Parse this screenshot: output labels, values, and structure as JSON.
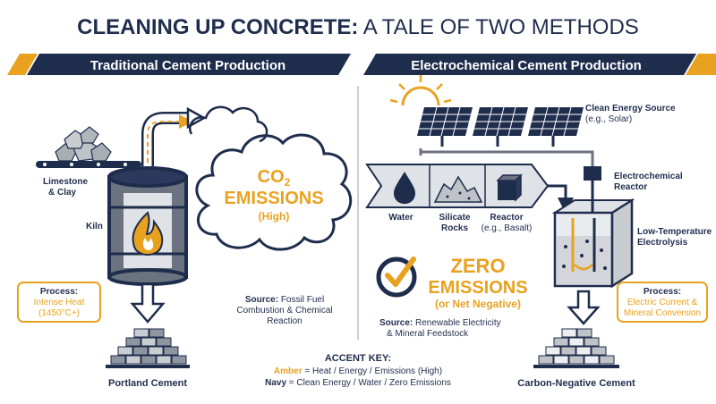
{
  "title": {
    "bold": "CLEANING UP CONCRETE:",
    "rest": " A TALE OF TWO METHODS"
  },
  "left": {
    "header": "Traditional Cement Production",
    "limestone_line1": "Limestone",
    "limestone_line2": "& Clay",
    "kiln": "Kiln",
    "co2_main": "CO",
    "co2_sub": "2",
    "emissions": "EMISSIONS",
    "emissions_level": "(High)",
    "process_label": "Process:",
    "process_line1": "Intense Heat",
    "process_line2": "(1450°C+)",
    "source_label": "Source:",
    "source_line1": " Fossil Fuel",
    "source_line2": "Combustion & Chemical",
    "source_line3": "Reaction",
    "product": "Portland Cement"
  },
  "right": {
    "header": "Electrochemical Cement Production",
    "energy_line1": "Clean Energy Source",
    "energy_line2": "(e.g., Solar)",
    "water": "Water",
    "silicate_line1": "Silicate",
    "silicate_line2": "Rocks",
    "reactor_in_line1": "Reactor",
    "reactor_in_line2": "(e.g., Basalt)",
    "echem_line1": "Electrochemical",
    "echem_line2": "Reactor",
    "lowtemp_line1": "Low-Temperature",
    "lowtemp_line2": "Electrolysis",
    "zero_line1": "ZERO",
    "zero_line2": "EMISSIONS",
    "zero_line3": "(or Net Negative)",
    "source_label": "Source:",
    "source_line1": " Renewable Electricity",
    "source_line2": "& Mineral Feedstock",
    "process_label": "Process:",
    "process_line1": "Electric Current &",
    "process_line2": "Mineral Conversion",
    "product": "Carbon-Negative Cement"
  },
  "key": {
    "title": "ACCENT KEY:",
    "amber_word": "Amber",
    "amber_desc": " = Heat / Energy / Emissions (High)",
    "navy_word": "Navy",
    "navy_desc": " = Clean Energy / Water / Zero Emissions"
  },
  "colors": {
    "navy": "#1f2d4d",
    "amber": "#e9a21f",
    "gray": "#9aa0a8",
    "light_gray": "#dfe2e6"
  },
  "icons": [
    "sun-icon",
    "solar-panel-icon",
    "water-drop-icon",
    "rock-pile-icon",
    "cube-icon",
    "flame-icon",
    "checkmark-icon",
    "arrow-down-icon",
    "cloud-icon"
  ]
}
